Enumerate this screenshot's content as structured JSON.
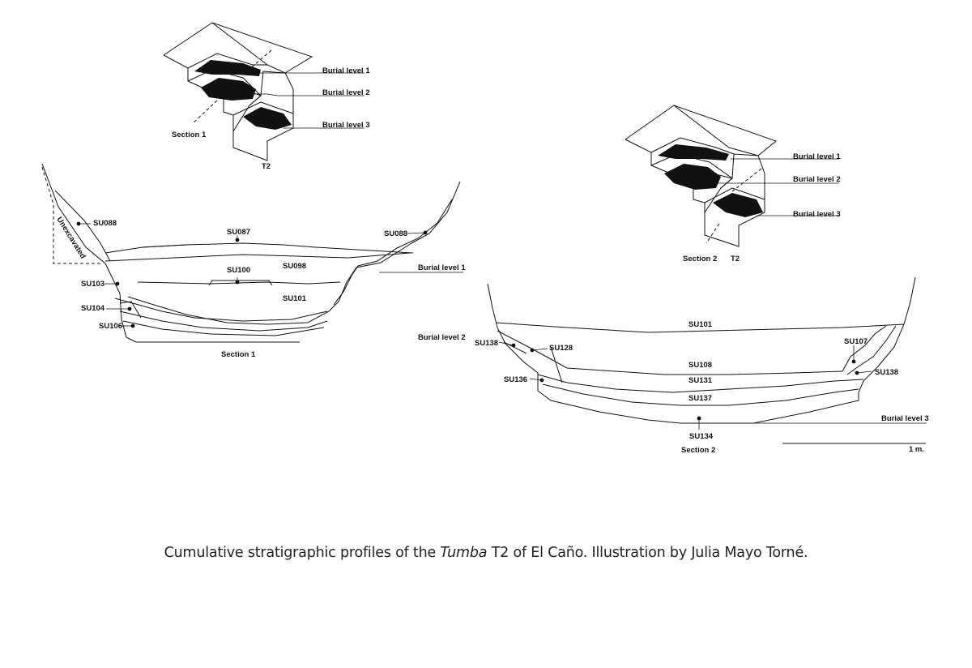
{
  "section1": {
    "title": "Section 1",
    "tomb": "T2",
    "burial_levels": [
      "Burial level 1",
      "Burial level 2",
      "Burial level 3"
    ],
    "unexcavated": "Unexcavated",
    "units": [
      "SU088",
      "SU087",
      "SU088",
      "SU098",
      "SU100",
      "SU101",
      "SU103",
      "SU104",
      "SU106"
    ],
    "profile_burial_levels": [
      "Burial level 1",
      "Burial level 2"
    ]
  },
  "section2": {
    "title": "Section 2",
    "tomb": "T2",
    "burial_levels": [
      "Burial level 1",
      "Burial level 2",
      "Burial level 3"
    ],
    "units": [
      "SU101",
      "SU138",
      "SU128",
      "SU107",
      "SU108",
      "SU138",
      "SU136",
      "SU131",
      "SU137",
      "SU134"
    ],
    "profile_burial_level": "Burial level 3",
    "scale": "1 m."
  },
  "caption": {
    "text_before": "Cumulative stratigraphic profiles of the ",
    "italic": "Tumba",
    "text_after": " T2 of El Caño. Illustration by Julia Mayo Torné."
  }
}
